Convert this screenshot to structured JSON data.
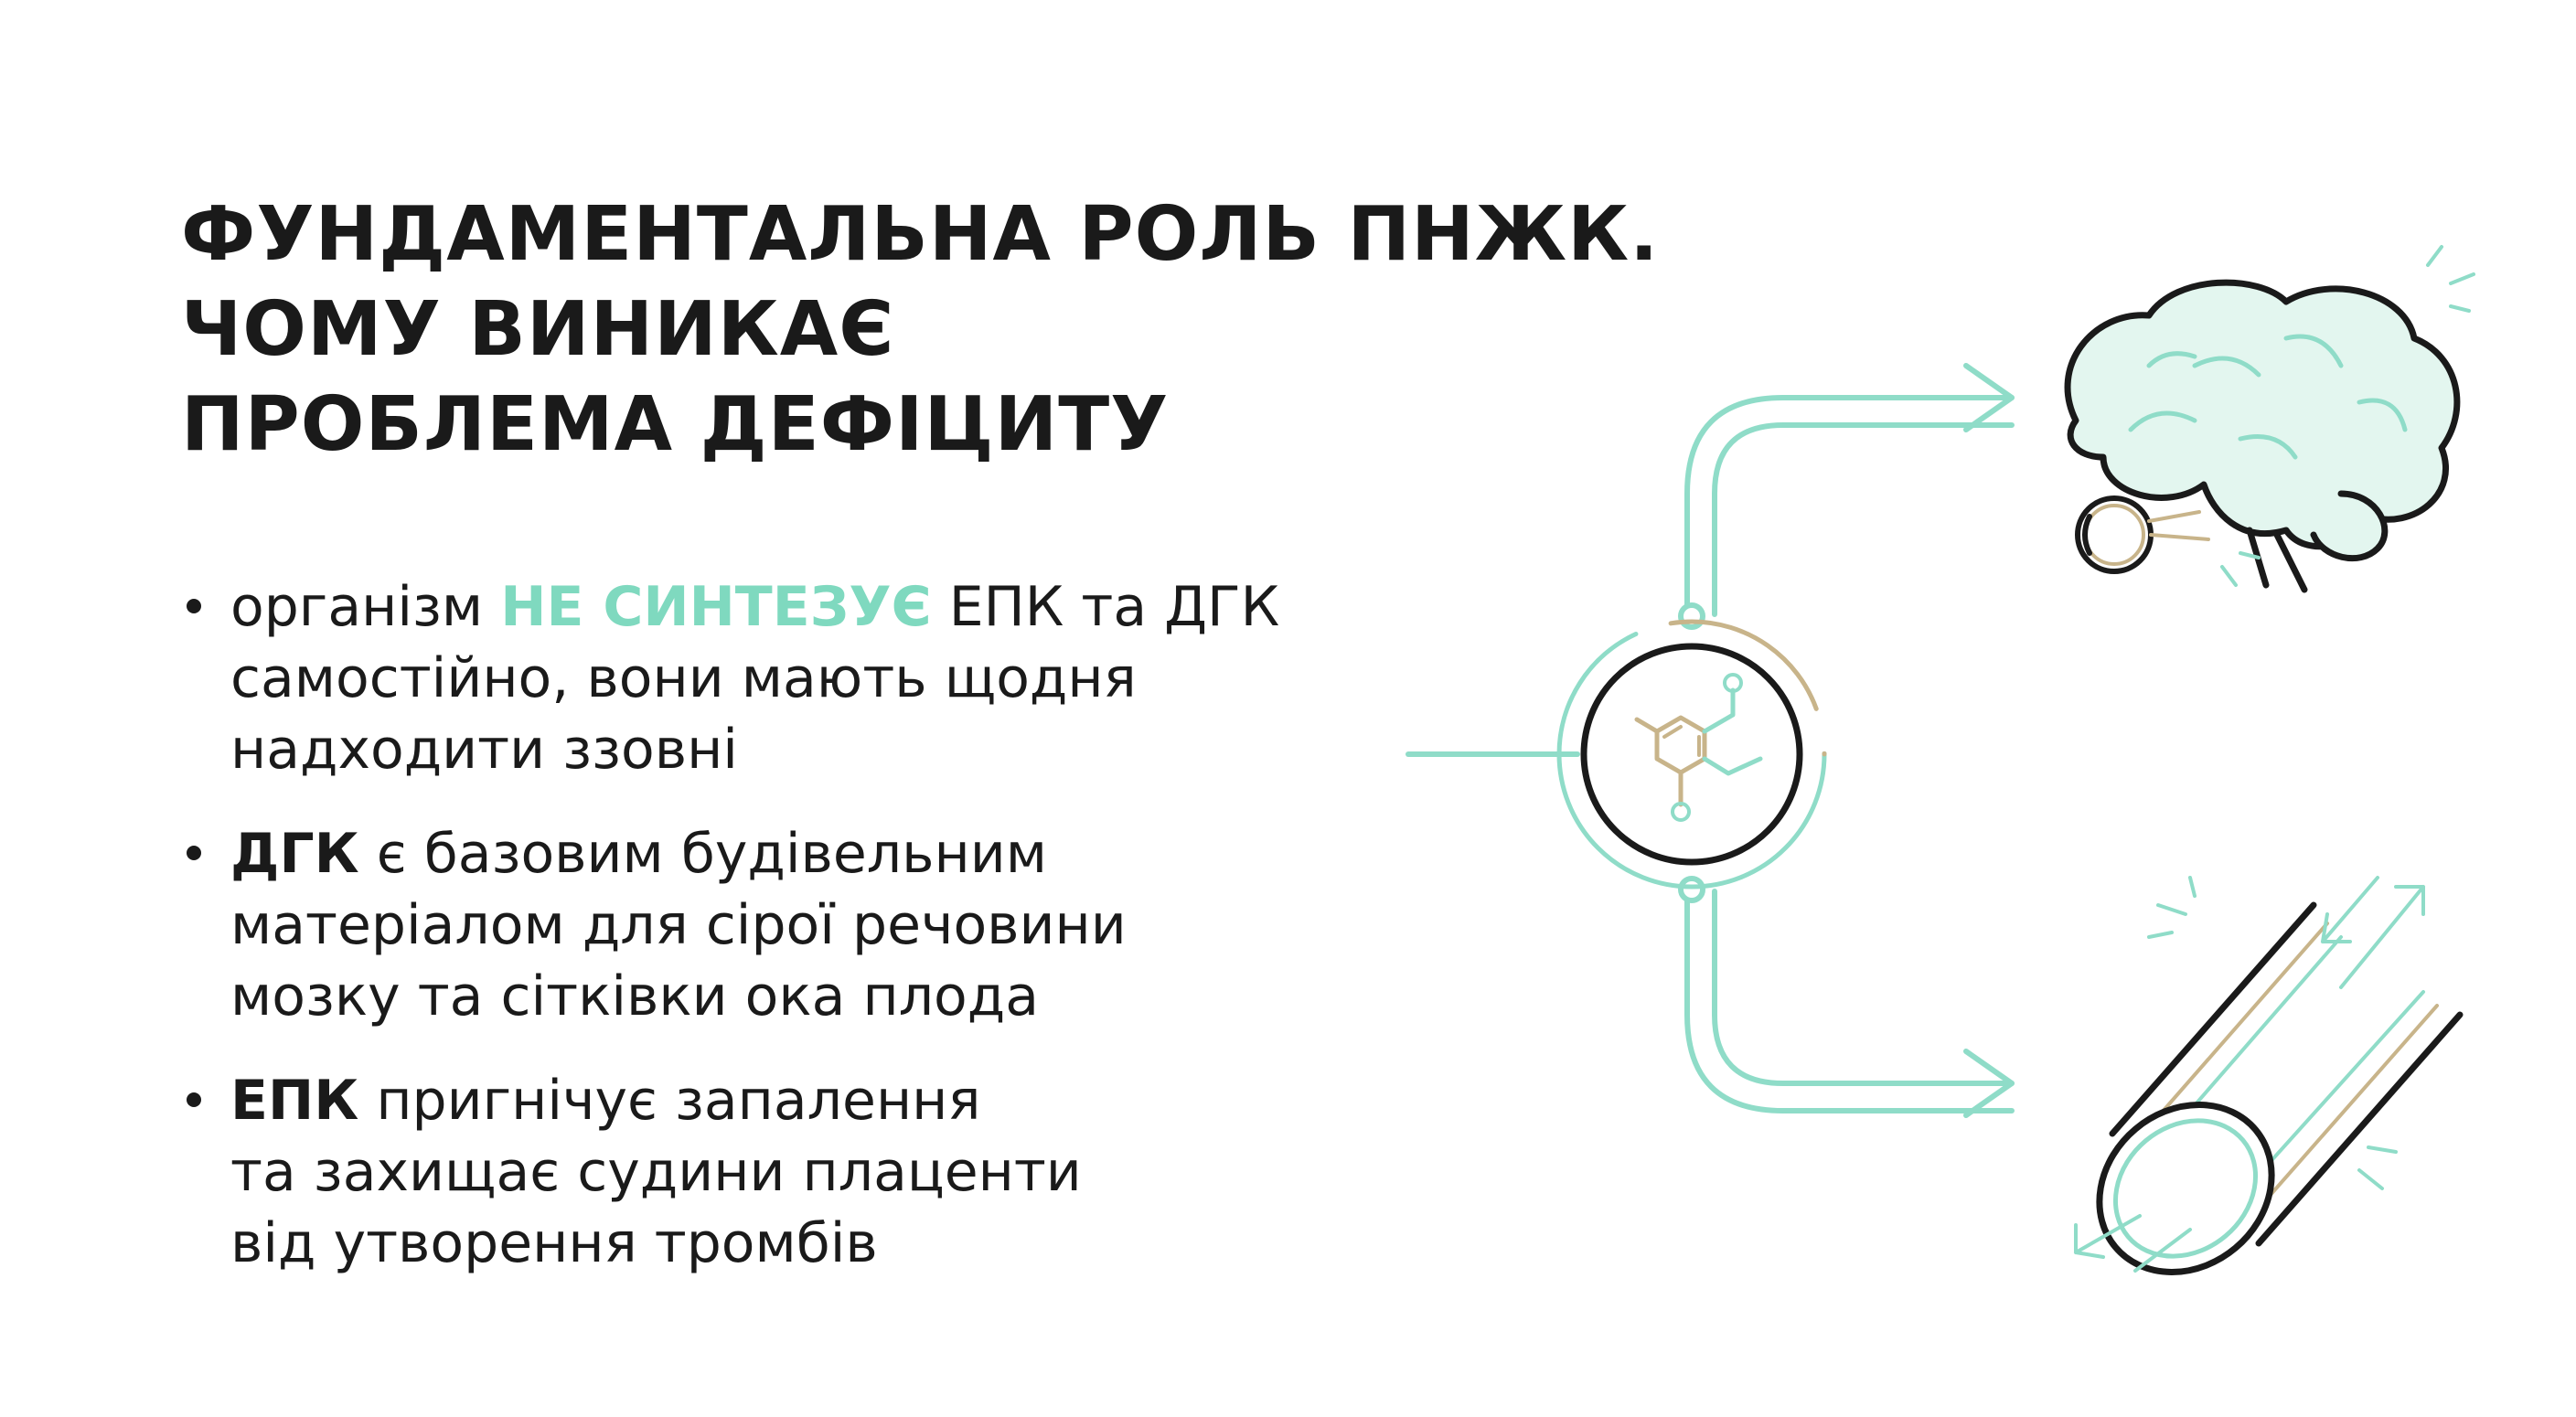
{
  "title": {
    "line1": "ФУНДАМЕНТАЛЬНА РОЛЬ ПНЖК.",
    "line2": "ЧОМУ ВИНИКАЄ",
    "line3": "ПРОБЛЕМА ДЕФІЦИТУ"
  },
  "bullets": [
    {
      "l1_pre": "організм ",
      "l1_accent": "НЕ СИНТЕЗУЄ",
      "l1_post": " ЕПК та ДГК",
      "l2": "самостійно, вони мають щодня",
      "l3": "надходити ззовні"
    },
    {
      "l1_bold": "ДГК",
      "l1_post": " є базовим будівельним",
      "l2": "матеріалом для сірої речовини",
      "l3": "мозку та сітківки ока плода"
    },
    {
      "l1_bold": "ЕПК",
      "l1_post": " пригнічує запалення",
      "l2": "та захищає судини плаценти",
      "l3": "від утворення тромбів"
    }
  ],
  "icons": [
    "molecule-icon",
    "brain-icon",
    "eye-icon",
    "blood-vessel-icon"
  ],
  "colors": {
    "accent": "#7fd9bf",
    "line_mint": "#8fdcc8",
    "gold": "#c8b48a",
    "text": "#1a1a1a"
  }
}
